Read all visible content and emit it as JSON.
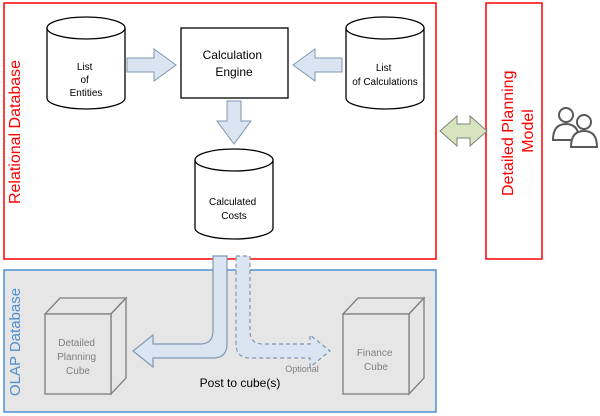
{
  "relational_database": {
    "title": "Relational Database",
    "list_of_entities": [
      "List",
      "of",
      "Entities"
    ],
    "calculation_engine": [
      "Calculation",
      "Engine"
    ],
    "list_of_calculations": [
      "List",
      "of Calculations"
    ],
    "calculated_costs": [
      "Calculated",
      "Costs"
    ]
  },
  "detailed_planning_model": {
    "title_lines": [
      "Detailed Planning",
      "Model"
    ]
  },
  "olap_database": {
    "title": "OLAP Database",
    "detailed_planning_cube": [
      "Detailed",
      "Planning",
      "Cube"
    ],
    "finance_cube": [
      "Finance",
      "Cube"
    ],
    "post_to_cubes": "Post to cube(s)",
    "optional": "Optional"
  },
  "colors": {
    "relational_border": "#ff0000",
    "relational_text": "#ff0000",
    "olap_border": "#4f8fd0",
    "olap_fill": "#e6e6e6",
    "olap_text": "#4f8fd0",
    "arrow_fill": "#dbe5f1",
    "arrow_stroke": "#7f97b2",
    "sync_arrow_fill": "#d7e4bd",
    "users_icon": "#595959",
    "cube_stroke": "#7f7f7f",
    "cube_text": "#7f7f7f"
  },
  "icons": {
    "users": "users-icon"
  }
}
